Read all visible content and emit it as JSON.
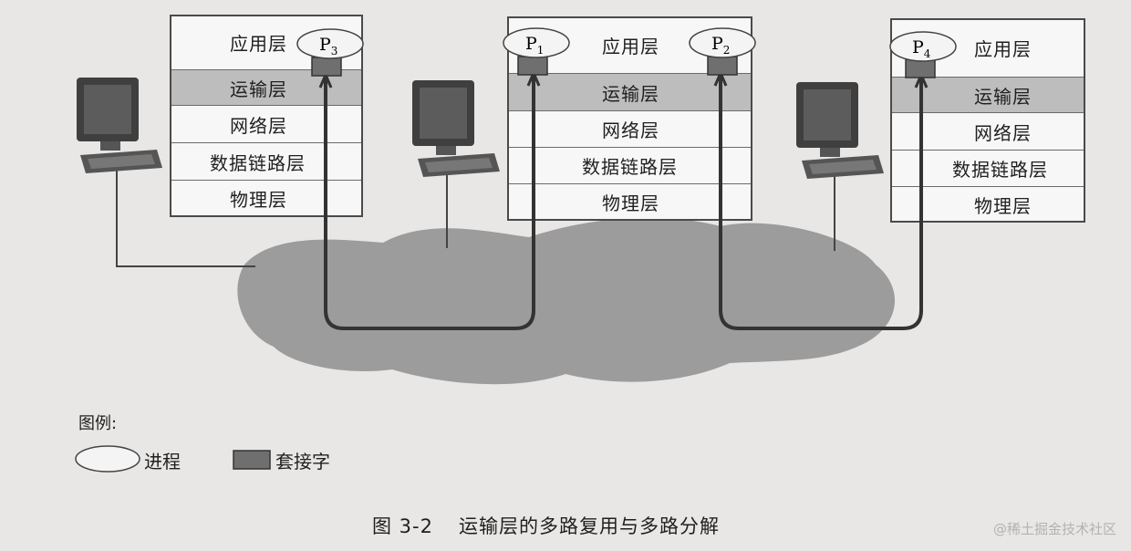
{
  "hosts": [
    {
      "layers": [
        "应用层",
        "运输层",
        "网络层",
        "数据链路层",
        "物理层"
      ],
      "processes": [
        "P3"
      ]
    },
    {
      "layers": [
        "应用层",
        "运输层",
        "网络层",
        "数据链路层",
        "物理层"
      ],
      "processes": [
        "P1",
        "P2"
      ]
    },
    {
      "layers": [
        "应用层",
        "运输层",
        "网络层",
        "数据链路层",
        "物理层"
      ],
      "processes": [
        "P4"
      ]
    }
  ],
  "process_labels": {
    "p3_letter": "P",
    "p3_sub": "3",
    "p1_letter": "P",
    "p1_sub": "1",
    "p2_letter": "P",
    "p2_sub": "2",
    "p4_letter": "P",
    "p4_sub": "4"
  },
  "legend": {
    "title": "图例:",
    "process_label": "进程",
    "socket_label": "套接字"
  },
  "caption": {
    "number": "图 3-2",
    "text": "运输层的多路复用与多路分解"
  },
  "watermark": "@稀土掘金技术社区",
  "colors": {
    "socket": "#6f6f6f",
    "transport": "#bdbdbd",
    "cloud": "#8e8e8e",
    "line": "#333333"
  }
}
